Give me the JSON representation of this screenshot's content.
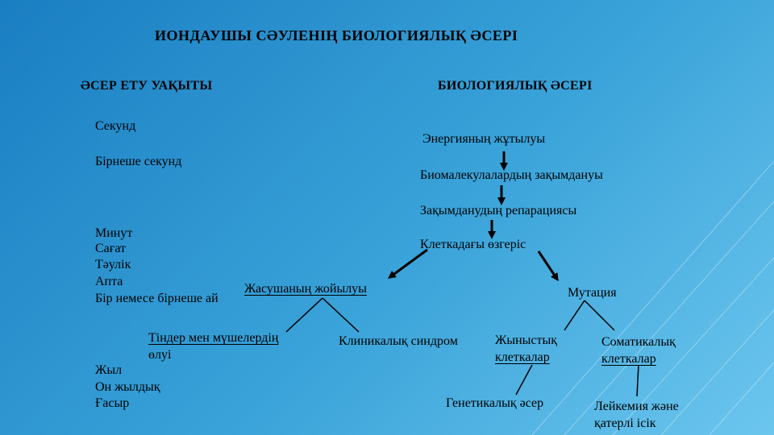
{
  "title": "ИОНДАУШЫ СӘУЛЕНІҢ БИОЛОГИЯЛЫҚ ӘСЕРІ",
  "headers": {
    "left": "ӘСЕР ЕТУ УАҚЫТЫ",
    "right": "БИОЛОГИЯЛЫҚ ӘСЕРІ"
  },
  "time_column": {
    "seconds": "Секунд",
    "several_seconds": "Бірнеше секунд",
    "minute": "Минут",
    "hour": "Сағат",
    "day": "Тәулік",
    "week": "Апта",
    "months": "Бір немесе бірнеше ай",
    "year": "Жыл",
    "decades": "Он жылдық",
    "century": "Ғасыр"
  },
  "effects": {
    "energy_absorption": "Энергияның жұтылуы",
    "biomolecule_damage": "Биомалекулалардың зақымдануы",
    "damage_repair": "Зақымданудың репарациясы",
    "cell_change": "Клеткадағы өзгеріс",
    "tissue_destruction": "Жасушаның жойылуы",
    "mutation": "Мутация",
    "tissue_death_line1": "Тіндер мен мүшелердің",
    "tissue_death_line2": "өлуі",
    "clinical_syndrome": "Клиникалық синдром",
    "germ_cells_line1": "Жыныстық",
    "germ_cells_line2": "клеткалар",
    "somatic_cells_line1": "Соматикалық",
    "somatic_cells_line2": "клеткалар",
    "genetic_effect": "Генетикалық әсер",
    "leukemia_line1": "Лейкемия және",
    "leukemia_line2": "қатерлі ісік"
  }
}
